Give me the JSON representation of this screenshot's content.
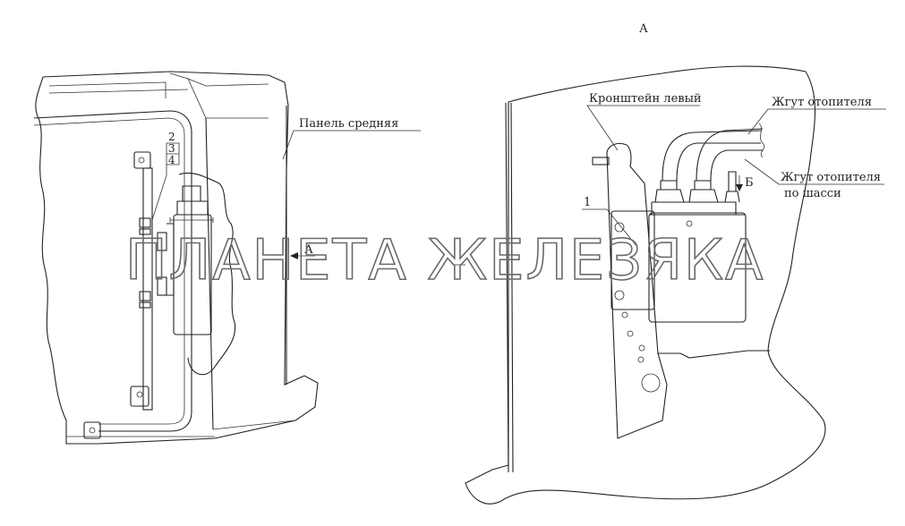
{
  "labels": {
    "view_a_title": "А",
    "panel_middle": "Панель средняя",
    "arrow_a": "А",
    "pos_2": "2",
    "pos_3": "3",
    "pos_4": "4",
    "bracket_left": "Кронштейн левый",
    "heater_harness": "Жгут отопителя",
    "heater_harness_chassis_line1": "Жгут отопителя",
    "heater_harness_chassis_line2": "по шасси",
    "pos_1": "1",
    "arrow_b": "Б"
  },
  "watermark": "ПЛАНЕТА ЖЕЛЕЗЯКА"
}
